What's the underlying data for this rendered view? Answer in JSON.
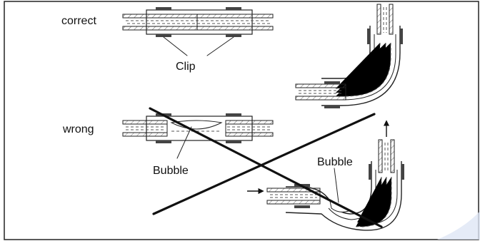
{
  "labels": {
    "correct": "correct",
    "wrong": "wrong",
    "clip": "Clip",
    "bubble_left": "Bubble",
    "bubble_right": "Bubble"
  },
  "colors": {
    "line": "#222222",
    "hatch": "#555555",
    "background": "#ffffff",
    "watermark": "#c8d3ec"
  }
}
